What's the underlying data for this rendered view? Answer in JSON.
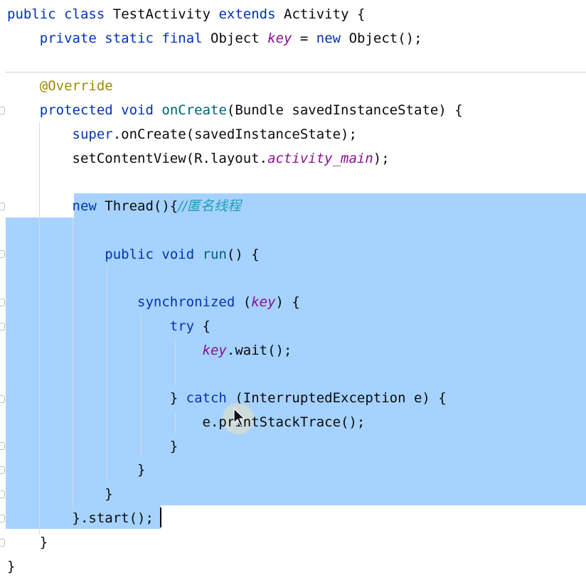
{
  "code": {
    "l1": {
      "kw1": "public",
      "kw2": "class",
      "name": "TestActivity",
      "kw3": "extends",
      "base": "Activity",
      "tail": " {"
    },
    "l2": {
      "kw1": "private",
      "kw2": "static",
      "kw3": "final",
      "type": "Object",
      "field": "key",
      "eq": " = ",
      "kw4": "new",
      "tail": " Object();"
    },
    "l3": {
      "ann": "@Override"
    },
    "l4": {
      "kw1": "protected",
      "kw2": "void",
      "fn": "onCreate",
      "tail": "(Bundle savedInstanceState) {"
    },
    "l5": {
      "kw": "super",
      "tail": ".onCreate(savedInstanceState);"
    },
    "l6": {
      "head": "setContentView(R.layout.",
      "field": "activity_main",
      "tail": ");"
    },
    "l7": {
      "kw": "new",
      "mid": " Thread(){",
      "comment": "//匿名线程"
    },
    "l8": {
      "kw1": "public",
      "kw2": "void",
      "fn": "run",
      "tail": "() {"
    },
    "l9": {
      "kw": "synchronized",
      "open": " (",
      "field": "key",
      "tail": ") {"
    },
    "l10": {
      "kw": "try",
      "tail": " {"
    },
    "l11": {
      "field": "key",
      "tail": ".wait();"
    },
    "l12": {
      "head": "} ",
      "kw": "catch",
      "tail": " (InterruptedException e) {"
    },
    "l13": {
      "text": "e.printStackTrace();"
    },
    "l14": {
      "text": "}"
    },
    "l15": {
      "text": "}"
    },
    "l16": {
      "text": "}"
    },
    "l17": {
      "text": "}.start();"
    },
    "l18": {
      "text": "}"
    },
    "l19": {
      "text": "}"
    }
  },
  "colors": {
    "keyword": "#0033b3",
    "method": "#00627a",
    "annotation": "#9e880d",
    "field": "#871094",
    "comment": "#1f9db4",
    "selection": "#a6d2ff"
  },
  "icons": {
    "pointer": "mouse-pointer-icon",
    "fold": "fold-marker-icon"
  }
}
